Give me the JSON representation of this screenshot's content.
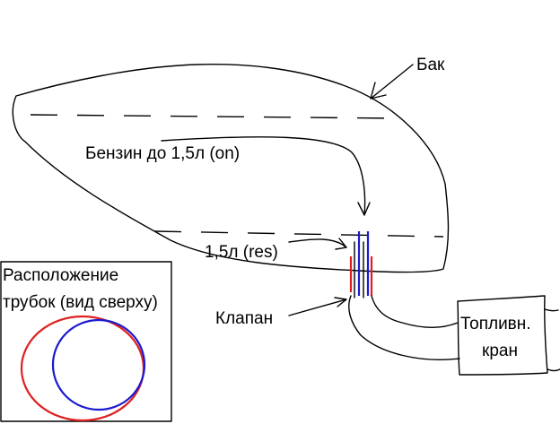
{
  "labels": {
    "tank": "Бак",
    "petrol": "Бензин до 1,5л (on)",
    "reserve": "1,5л (res)",
    "valve": "Клапан",
    "fuel_tap_line1": "Топливн.",
    "fuel_tap_line2": "кран",
    "inset_line1": "Расположение",
    "inset_line2": "трубок (вид сверху)"
  },
  "colors": {
    "ink": "#000000",
    "outer_tube": "#e02020",
    "inner_tube": "#1a1ad0",
    "background": "#ffffff"
  }
}
